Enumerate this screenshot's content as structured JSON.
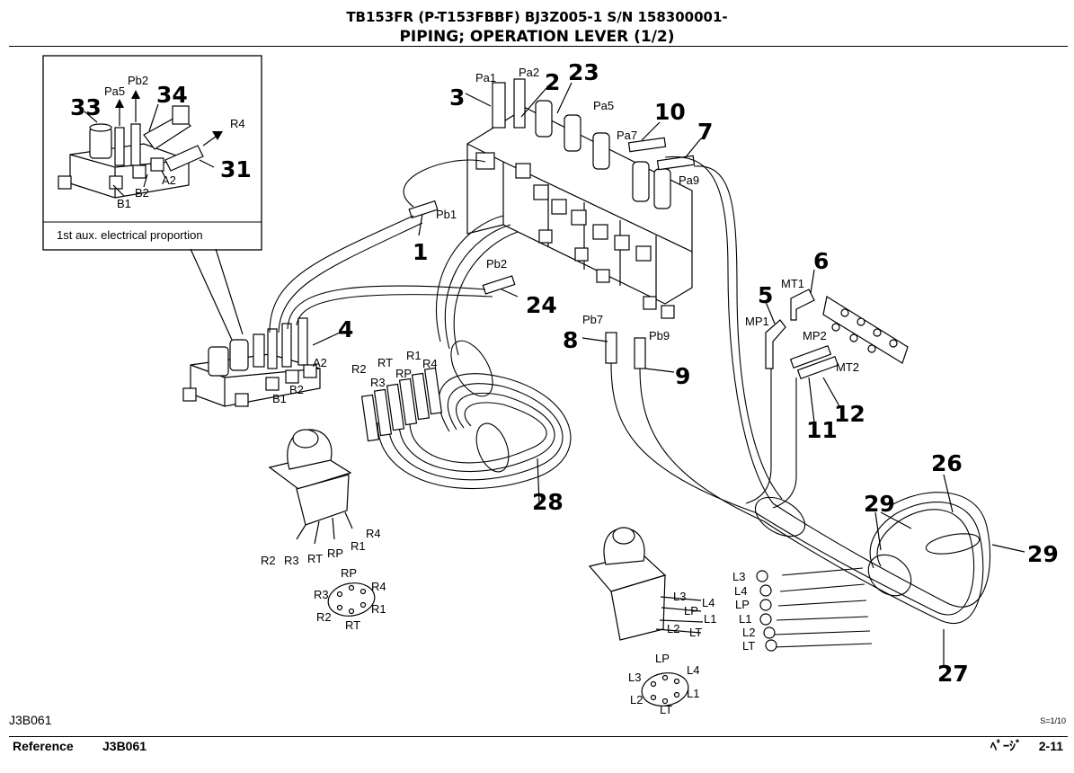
{
  "header": {
    "title_line1": "TB153FR (P-T153FBBF) BJ3Z005-1 S/N 158300001-",
    "title_line2": "PIPING; OPERATION LEVER (1/2)"
  },
  "inset": {
    "caption": "1st aux. electrical proportion"
  },
  "callouts": {
    "c1": "1",
    "c2": "2",
    "c3": "3",
    "c4": "4",
    "c5": "5",
    "c6": "6",
    "c7": "7",
    "c8": "8",
    "c9": "9",
    "c10": "10",
    "c11": "11",
    "c12": "12",
    "c23": "23",
    "c24": "24",
    "c26": "26",
    "c27": "27",
    "c28": "28",
    "c29a": "29",
    "c29b": "29",
    "c31": "31",
    "c33": "33",
    "c34": "34"
  },
  "ports": {
    "pa1": "Pa1",
    "pa2": "Pa2",
    "pa5": "Pa5",
    "pa7": "Pa7",
    "pa9": "Pa9",
    "pb1": "Pb1",
    "pb2": "Pb2",
    "pb7": "Pb7",
    "pb9": "Pb9",
    "inset_pa5": "Pa5",
    "inset_pb2": "Pb2",
    "inset_r4": "R4",
    "inset_a2": "A2",
    "inset_b1": "B1",
    "inset_b2": "B2",
    "a2": "A2",
    "b1": "B1",
    "b2": "B2",
    "mp1": "MP1",
    "mp2": "MP2",
    "mt1": "MT1",
    "mt2": "MT2"
  },
  "right_lever": {
    "hose_ends": [
      "R2",
      "RT",
      "R1",
      "R3",
      "RP",
      "R4"
    ],
    "legs": [
      "R2",
      "R3",
      "RT",
      "RP",
      "R1",
      "R4"
    ],
    "pattern": {
      "top": "RP",
      "r3": "R3",
      "r4": "R4",
      "r2": "R2",
      "r1": "R1",
      "bottom": "RT"
    }
  },
  "left_lever": {
    "legs": [
      "L3",
      "L4",
      "LP",
      "L1",
      "L2",
      "LT"
    ],
    "hose_ends": [
      "L3",
      "L4",
      "LP",
      "L1",
      "L2",
      "LT"
    ],
    "pattern": {
      "top": "LP",
      "l3": "L3",
      "l4": "L4",
      "l2": "L2",
      "l1": "L1",
      "bottom": "LT"
    }
  },
  "footer": {
    "drawing_code": "J3B061",
    "reference_label": "Reference",
    "reference_code": "J3B061",
    "scale": "S=1/10",
    "page_label": "ﾍﾟｰｼﾞ",
    "page_number": "2-11"
  }
}
